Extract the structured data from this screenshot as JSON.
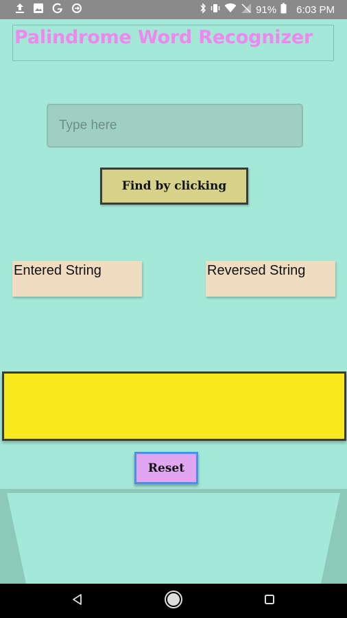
{
  "status_bar": {
    "battery_percent": "91%",
    "time": "6:03 PM",
    "left_icons": [
      "upload-icon",
      "image-icon",
      "google-g-icon",
      "sync-icon"
    ],
    "right_icons": [
      "bluetooth-icon",
      "vibrate-icon",
      "wifi-icon",
      "no-sim-icon",
      "battery-icon"
    ]
  },
  "app": {
    "title": "Palindrome Word Recognizer",
    "title_color": "#ee88ee",
    "background_color": "#a4e8d8"
  },
  "input": {
    "placeholder": "Type here",
    "value": ""
  },
  "find_button": {
    "label": "Find by clicking",
    "color": "#d6d28a"
  },
  "entered_string": {
    "label": "Entered String",
    "color": "#efdcc1"
  },
  "reversed_string": {
    "label": "Reversed String",
    "color": "#efdcc1"
  },
  "result": {
    "text": "",
    "color": "#f8e81e"
  },
  "reset_button": {
    "label": "Reset",
    "color": "#e0a6f2",
    "border_color": "#4e8fe6"
  },
  "nav_bar": {
    "buttons": [
      "back-icon",
      "home-icon",
      "recents-icon"
    ]
  }
}
